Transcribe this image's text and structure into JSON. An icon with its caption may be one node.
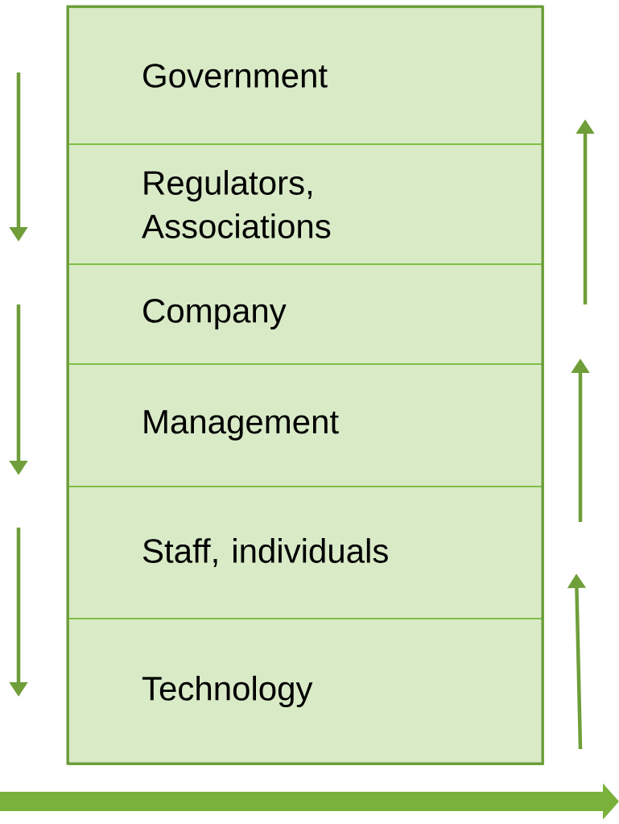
{
  "diagram": {
    "nodes": [
      {
        "text": [
          "Government"
        ]
      },
      {
        "text": [
          "Regulators, Associations"
        ]
      },
      {
        "text": [
          "Company"
        ]
      },
      {
        "text": [
          "Management"
        ]
      },
      {
        "text": [
          "Staff, individuals"
        ]
      },
      {
        "text": [
          "Technology"
        ]
      }
    ]
  }
}
